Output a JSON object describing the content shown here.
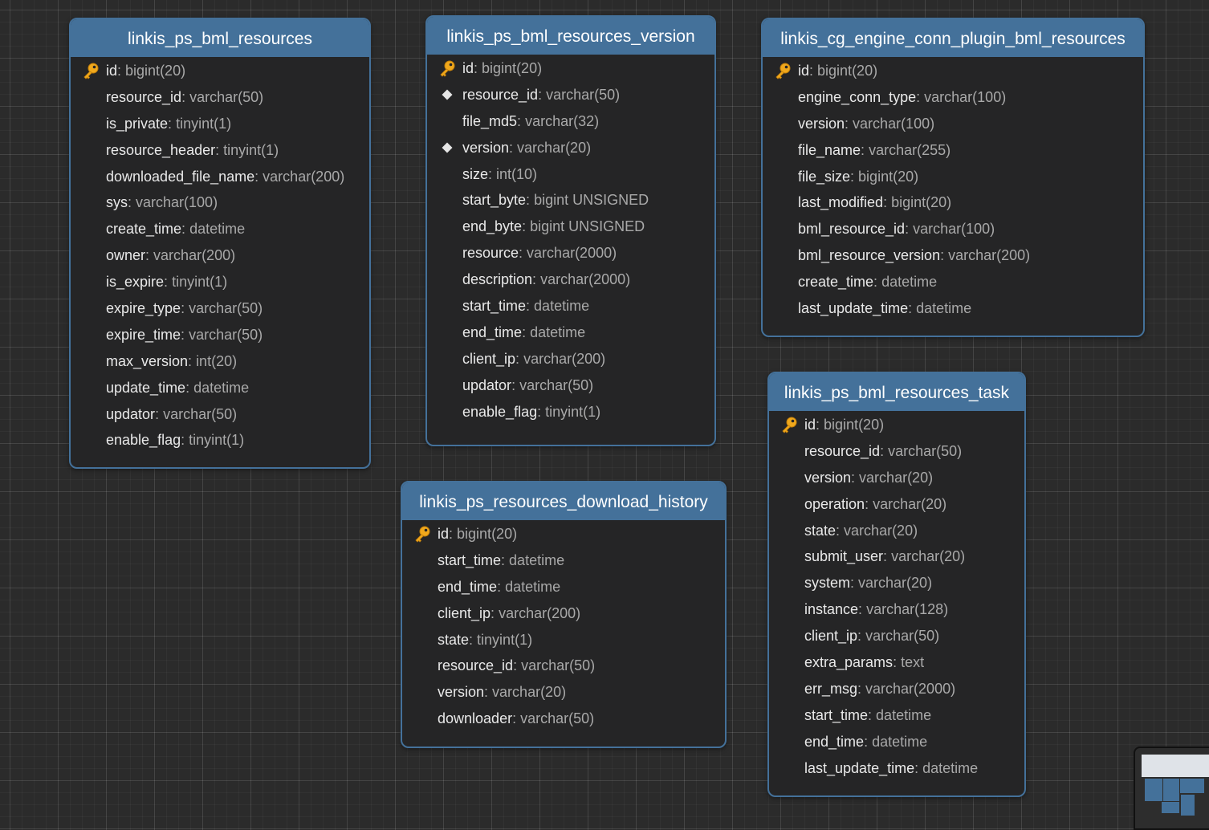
{
  "tables": [
    {
      "name": "linkis_ps_bml_resources",
      "fields": [
        {
          "name": "id",
          "type": "bigint(20)",
          "icon": "key-icon"
        },
        {
          "name": "resource_id",
          "type": "varchar(50)",
          "icon": ""
        },
        {
          "name": "is_private",
          "type": "tinyint(1)",
          "icon": ""
        },
        {
          "name": "resource_header",
          "type": "tinyint(1)",
          "icon": ""
        },
        {
          "name": "downloaded_file_name",
          "type": "varchar(200)",
          "icon": ""
        },
        {
          "name": "sys",
          "type": "varchar(100)",
          "icon": ""
        },
        {
          "name": "create_time",
          "type": "datetime",
          "icon": ""
        },
        {
          "name": "owner",
          "type": "varchar(200)",
          "icon": ""
        },
        {
          "name": "is_expire",
          "type": "tinyint(1)",
          "icon": ""
        },
        {
          "name": "expire_type",
          "type": "varchar(50)",
          "icon": ""
        },
        {
          "name": "expire_time",
          "type": "varchar(50)",
          "icon": ""
        },
        {
          "name": "max_version",
          "type": "int(20)",
          "icon": ""
        },
        {
          "name": "update_time",
          "type": "datetime",
          "icon": ""
        },
        {
          "name": "updator",
          "type": "varchar(50)",
          "icon": ""
        },
        {
          "name": "enable_flag",
          "type": "tinyint(1)",
          "icon": ""
        }
      ]
    },
    {
      "name": "linkis_ps_bml_resources_version",
      "fields": [
        {
          "name": "id",
          "type": "bigint(20)",
          "icon": "key-icon"
        },
        {
          "name": "resource_id",
          "type": "varchar(50)",
          "icon": "diamond-icon"
        },
        {
          "name": "file_md5",
          "type": "varchar(32)",
          "icon": ""
        },
        {
          "name": "version",
          "type": "varchar(20)",
          "icon": "diamond-icon"
        },
        {
          "name": "size",
          "type": "int(10)",
          "icon": ""
        },
        {
          "name": "start_byte",
          "type": "bigint UNSIGNED",
          "icon": ""
        },
        {
          "name": "end_byte",
          "type": "bigint UNSIGNED",
          "icon": ""
        },
        {
          "name": "resource",
          "type": "varchar(2000)",
          "icon": ""
        },
        {
          "name": "description",
          "type": "varchar(2000)",
          "icon": ""
        },
        {
          "name": "start_time",
          "type": "datetime",
          "icon": ""
        },
        {
          "name": "end_time",
          "type": "datetime",
          "icon": ""
        },
        {
          "name": "client_ip",
          "type": "varchar(200)",
          "icon": ""
        },
        {
          "name": "updator",
          "type": "varchar(50)",
          "icon": ""
        },
        {
          "name": "enable_flag",
          "type": "tinyint(1)",
          "icon": ""
        }
      ]
    },
    {
      "name": "linkis_cg_engine_conn_plugin_bml_resources",
      "fields": [
        {
          "name": "id",
          "type": "bigint(20)",
          "icon": "key-icon"
        },
        {
          "name": "engine_conn_type",
          "type": "varchar(100)",
          "icon": ""
        },
        {
          "name": "version",
          "type": "varchar(100)",
          "icon": ""
        },
        {
          "name": "file_name",
          "type": "varchar(255)",
          "icon": ""
        },
        {
          "name": "file_size",
          "type": "bigint(20)",
          "icon": ""
        },
        {
          "name": "last_modified",
          "type": "bigint(20)",
          "icon": ""
        },
        {
          "name": "bml_resource_id",
          "type": "varchar(100)",
          "icon": ""
        },
        {
          "name": "bml_resource_version",
          "type": "varchar(200)",
          "icon": ""
        },
        {
          "name": "create_time",
          "type": "datetime",
          "icon": ""
        },
        {
          "name": "last_update_time",
          "type": "datetime",
          "icon": ""
        }
      ]
    },
    {
      "name": "linkis_ps_resources_download_history",
      "fields": [
        {
          "name": "id",
          "type": "bigint(20)",
          "icon": "key-icon"
        },
        {
          "name": "start_time",
          "type": "datetime",
          "icon": ""
        },
        {
          "name": "end_time",
          "type": "datetime",
          "icon": ""
        },
        {
          "name": "client_ip",
          "type": "varchar(200)",
          "icon": ""
        },
        {
          "name": "state",
          "type": "tinyint(1)",
          "icon": ""
        },
        {
          "name": "resource_id",
          "type": "varchar(50)",
          "icon": ""
        },
        {
          "name": "version",
          "type": "varchar(20)",
          "icon": ""
        },
        {
          "name": "downloader",
          "type": "varchar(50)",
          "icon": ""
        }
      ]
    },
    {
      "name": "linkis_ps_bml_resources_task",
      "fields": [
        {
          "name": "id",
          "type": "bigint(20)",
          "icon": "key-icon"
        },
        {
          "name": "resource_id",
          "type": "varchar(50)",
          "icon": ""
        },
        {
          "name": "version",
          "type": "varchar(20)",
          "icon": ""
        },
        {
          "name": "operation",
          "type": "varchar(20)",
          "icon": ""
        },
        {
          "name": "state",
          "type": "varchar(20)",
          "icon": ""
        },
        {
          "name": "submit_user",
          "type": "varchar(20)",
          "icon": ""
        },
        {
          "name": "system",
          "type": "varchar(20)",
          "icon": ""
        },
        {
          "name": "instance",
          "type": "varchar(128)",
          "icon": ""
        },
        {
          "name": "client_ip",
          "type": "varchar(50)",
          "icon": ""
        },
        {
          "name": "extra_params",
          "type": "text",
          "icon": ""
        },
        {
          "name": "err_msg",
          "type": "varchar(2000)",
          "icon": ""
        },
        {
          "name": "start_time",
          "type": "datetime",
          "icon": ""
        },
        {
          "name": "end_time",
          "type": "datetime",
          "icon": ""
        },
        {
          "name": "last_update_time",
          "type": "datetime",
          "icon": ""
        }
      ]
    }
  ],
  "colors": {
    "header": "#44719a",
    "body": "#252526",
    "field_name": "#e9e9e9",
    "field_type": "#a9a9a9",
    "key": "#f0a81c"
  }
}
